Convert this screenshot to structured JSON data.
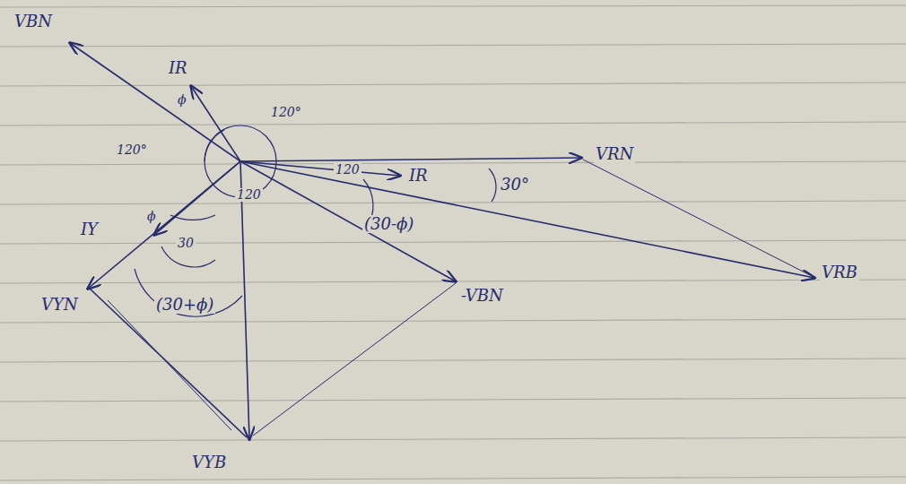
{
  "diagram": {
    "labels": [
      "VBN",
      "IR",
      "ϕ",
      "120°",
      "120°",
      "120",
      "IR",
      "30°",
      "(30-ϕ)",
      "IY",
      "ϕ",
      "30",
      "(30+ϕ)",
      "VYN",
      "-VBN",
      "VRN",
      "VRB",
      "VYB",
      "120"
    ]
  }
}
